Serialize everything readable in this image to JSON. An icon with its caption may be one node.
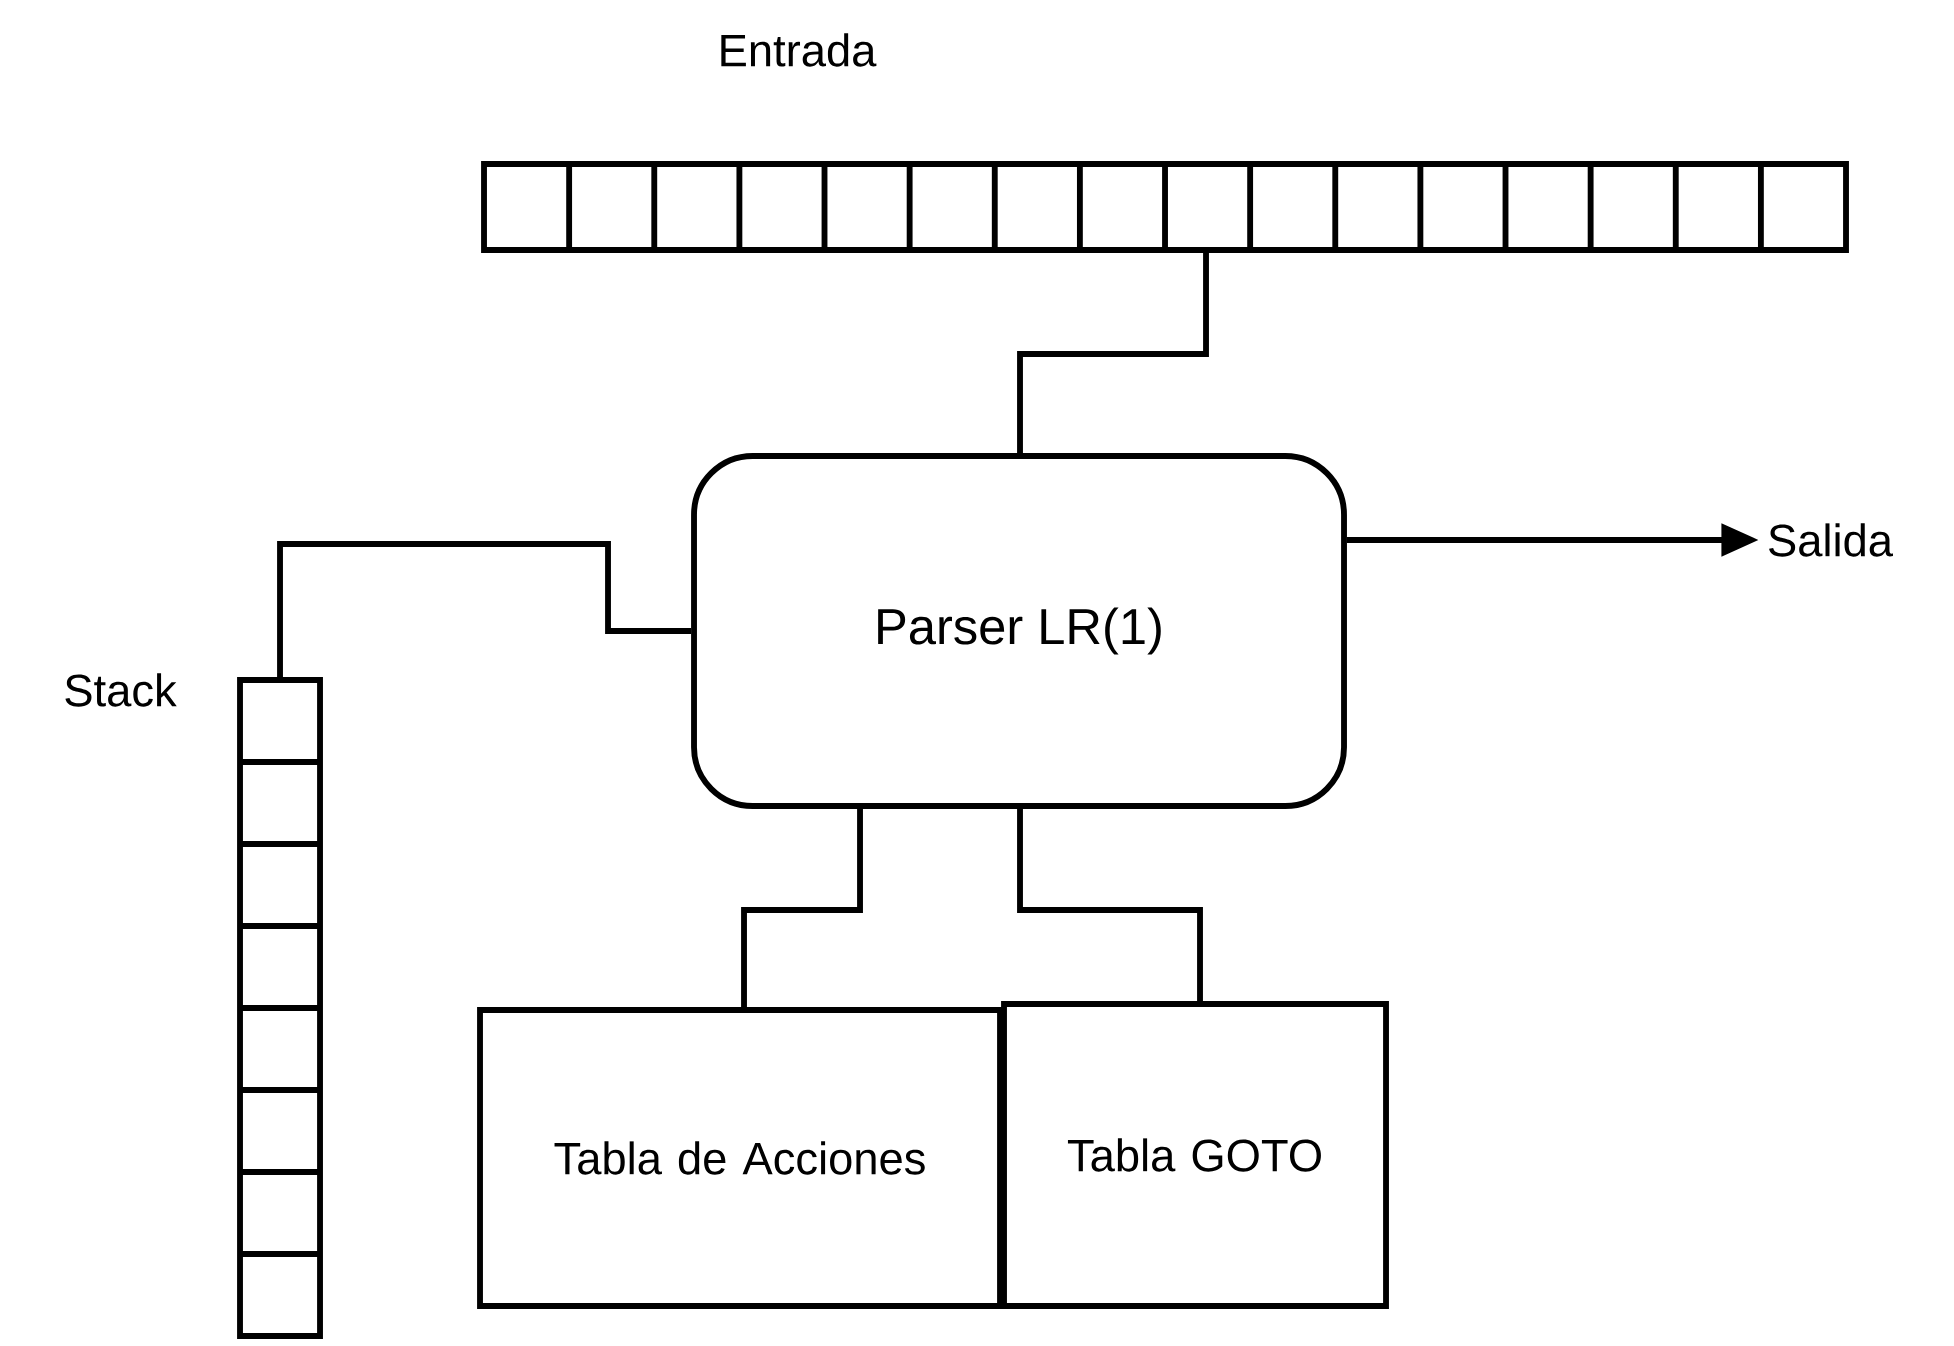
{
  "diagram": {
    "nodes": [
      {
        "text": [
          "Entrada"
        ]
      },
      {
        "text": [
          "Parser LR(1)"
        ]
      },
      {
        "text": [
          "Stack"
        ]
      },
      {
        "text": [
          "Tabla de Acciones"
        ]
      },
      {
        "text": [
          "Tabla GOTO"
        ]
      },
      {
        "text": [
          "Salida"
        ]
      }
    ],
    "edges": [
      {
        "from": 1,
        "to": 0,
        "arrow": "none"
      },
      {
        "from": 2,
        "to": 1,
        "arrow": "none"
      },
      {
        "from": 1,
        "to": 3,
        "arrow": "none"
      },
      {
        "from": 1,
        "to": 4,
        "arrow": "none"
      },
      {
        "from": 1,
        "to": 5,
        "arrow": "to"
      }
    ]
  }
}
